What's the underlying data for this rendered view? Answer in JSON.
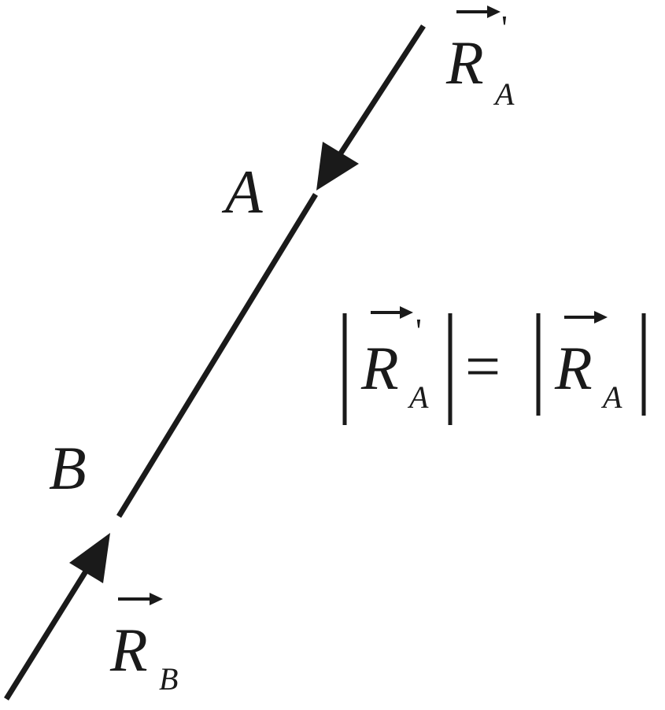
{
  "diagram": {
    "colors": {
      "ink": "#1a1a1a",
      "background": "#ffffff"
    },
    "points": {
      "a": "A",
      "b": "B"
    },
    "vectors": {
      "ra_prime": {
        "main": "R",
        "prime": "'",
        "sub": "A"
      },
      "rb": {
        "main": "R",
        "sub": "B"
      }
    },
    "equation": {
      "lhs": {
        "main": "R",
        "prime": "'",
        "sub": "A"
      },
      "equals": "=",
      "rhs": {
        "main": "R",
        "sub": "A"
      }
    }
  }
}
